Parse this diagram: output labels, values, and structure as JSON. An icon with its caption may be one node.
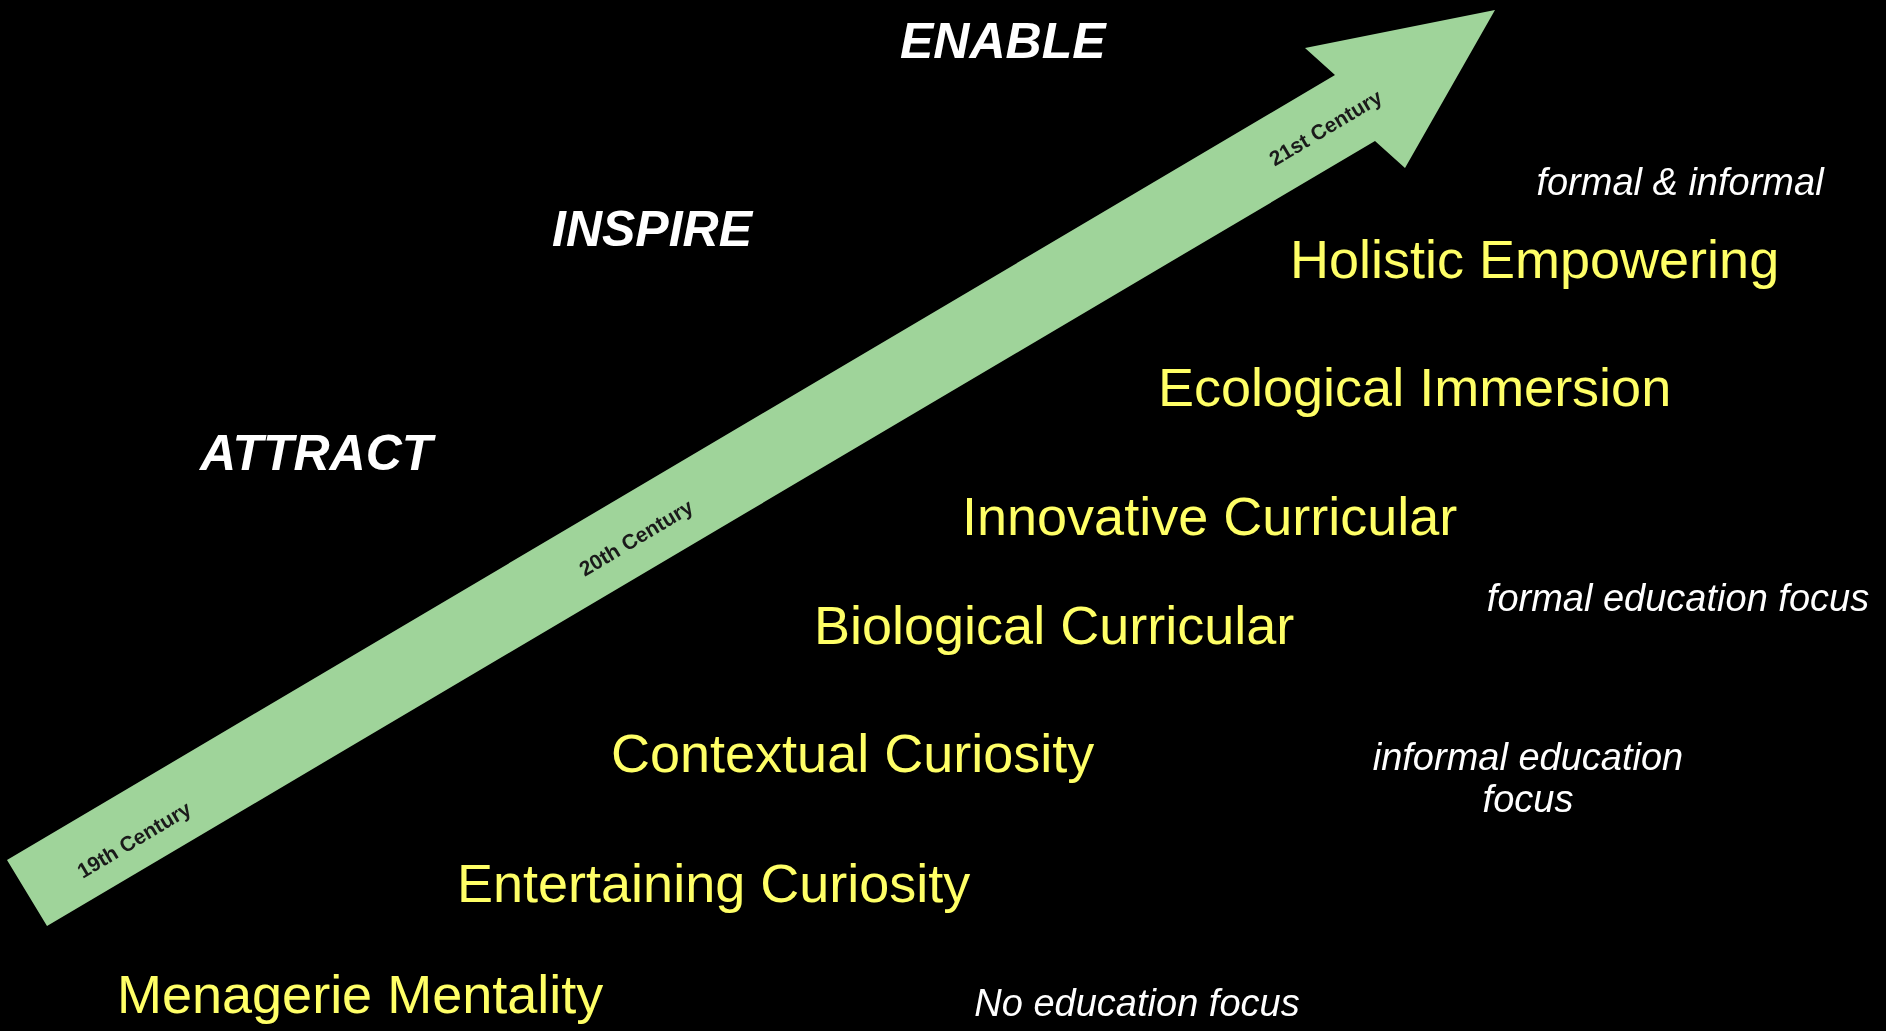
{
  "diagram": {
    "nodes": [
      {
        "text": [
          "19th Century",
          "20th Century",
          "21st Century"
        ]
      }
    ],
    "edges": [],
    "labels": [
      "ENABLE",
      "INSPIRE",
      "formal & informal",
      "Holistic Empowering",
      "Ecological Immersion",
      "ATTRACT",
      "Innovative Curricular",
      "Biological Curricular",
      "formal education focus",
      "Contextual Curiosity",
      "informal education focus",
      "Entertaining Curiosity",
      "Menagerie Mentality",
      "No education focus"
    ]
  }
}
